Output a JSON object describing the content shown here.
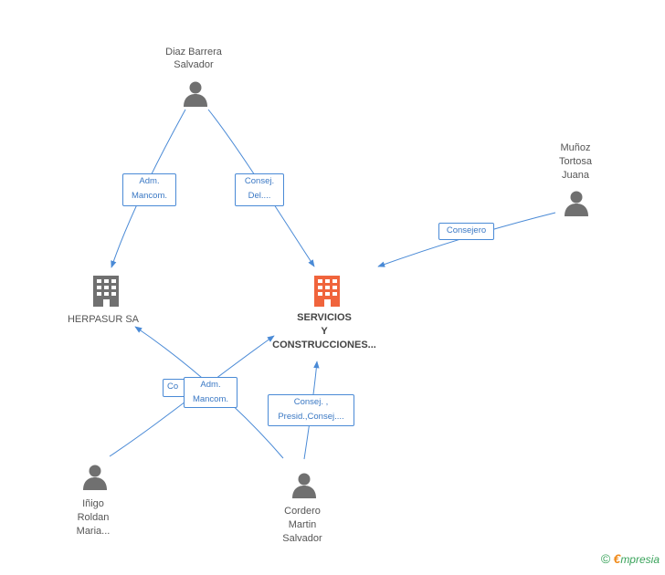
{
  "nodes": {
    "diaz": {
      "lines": [
        "Diaz Barrera",
        "Salvador"
      ],
      "type": "person"
    },
    "munoz": {
      "lines": [
        "Muñoz",
        "Tortosa",
        "Juana"
      ],
      "type": "person"
    },
    "herpasur": {
      "lines": [
        "HERPASUR SA"
      ],
      "type": "company"
    },
    "servicios": {
      "lines": [
        "SERVICIOS",
        "Y",
        "CONSTRUCCIONES..."
      ],
      "type": "company-main"
    },
    "inigo": {
      "lines": [
        "Iñigo",
        "Roldan",
        "Maria..."
      ],
      "type": "person"
    },
    "cordero": {
      "lines": [
        "Cordero",
        "Martin",
        "Salvador"
      ],
      "type": "person"
    }
  },
  "relations": {
    "diaz_herpasur": [
      "Adm.",
      "Mancom."
    ],
    "diaz_servicios": [
      "Consej.",
      "Del...."
    ],
    "munoz_servicios": [
      "Consejero"
    ],
    "inigo_herpasur": [
      "Co"
    ],
    "cordero_herpasur": [
      "Adm.",
      "Mancom."
    ],
    "cordero_servicios": [
      "Consej. ,",
      "Presid.,Consej...."
    ]
  },
  "colors": {
    "edge": "#4a8ad6",
    "person_icon": "#707070",
    "company_icon": "#707070",
    "main_company_icon": "#f0643c"
  },
  "footer": {
    "copyright": "©",
    "brand_initial": "€",
    "brand_rest": "mpresia"
  }
}
